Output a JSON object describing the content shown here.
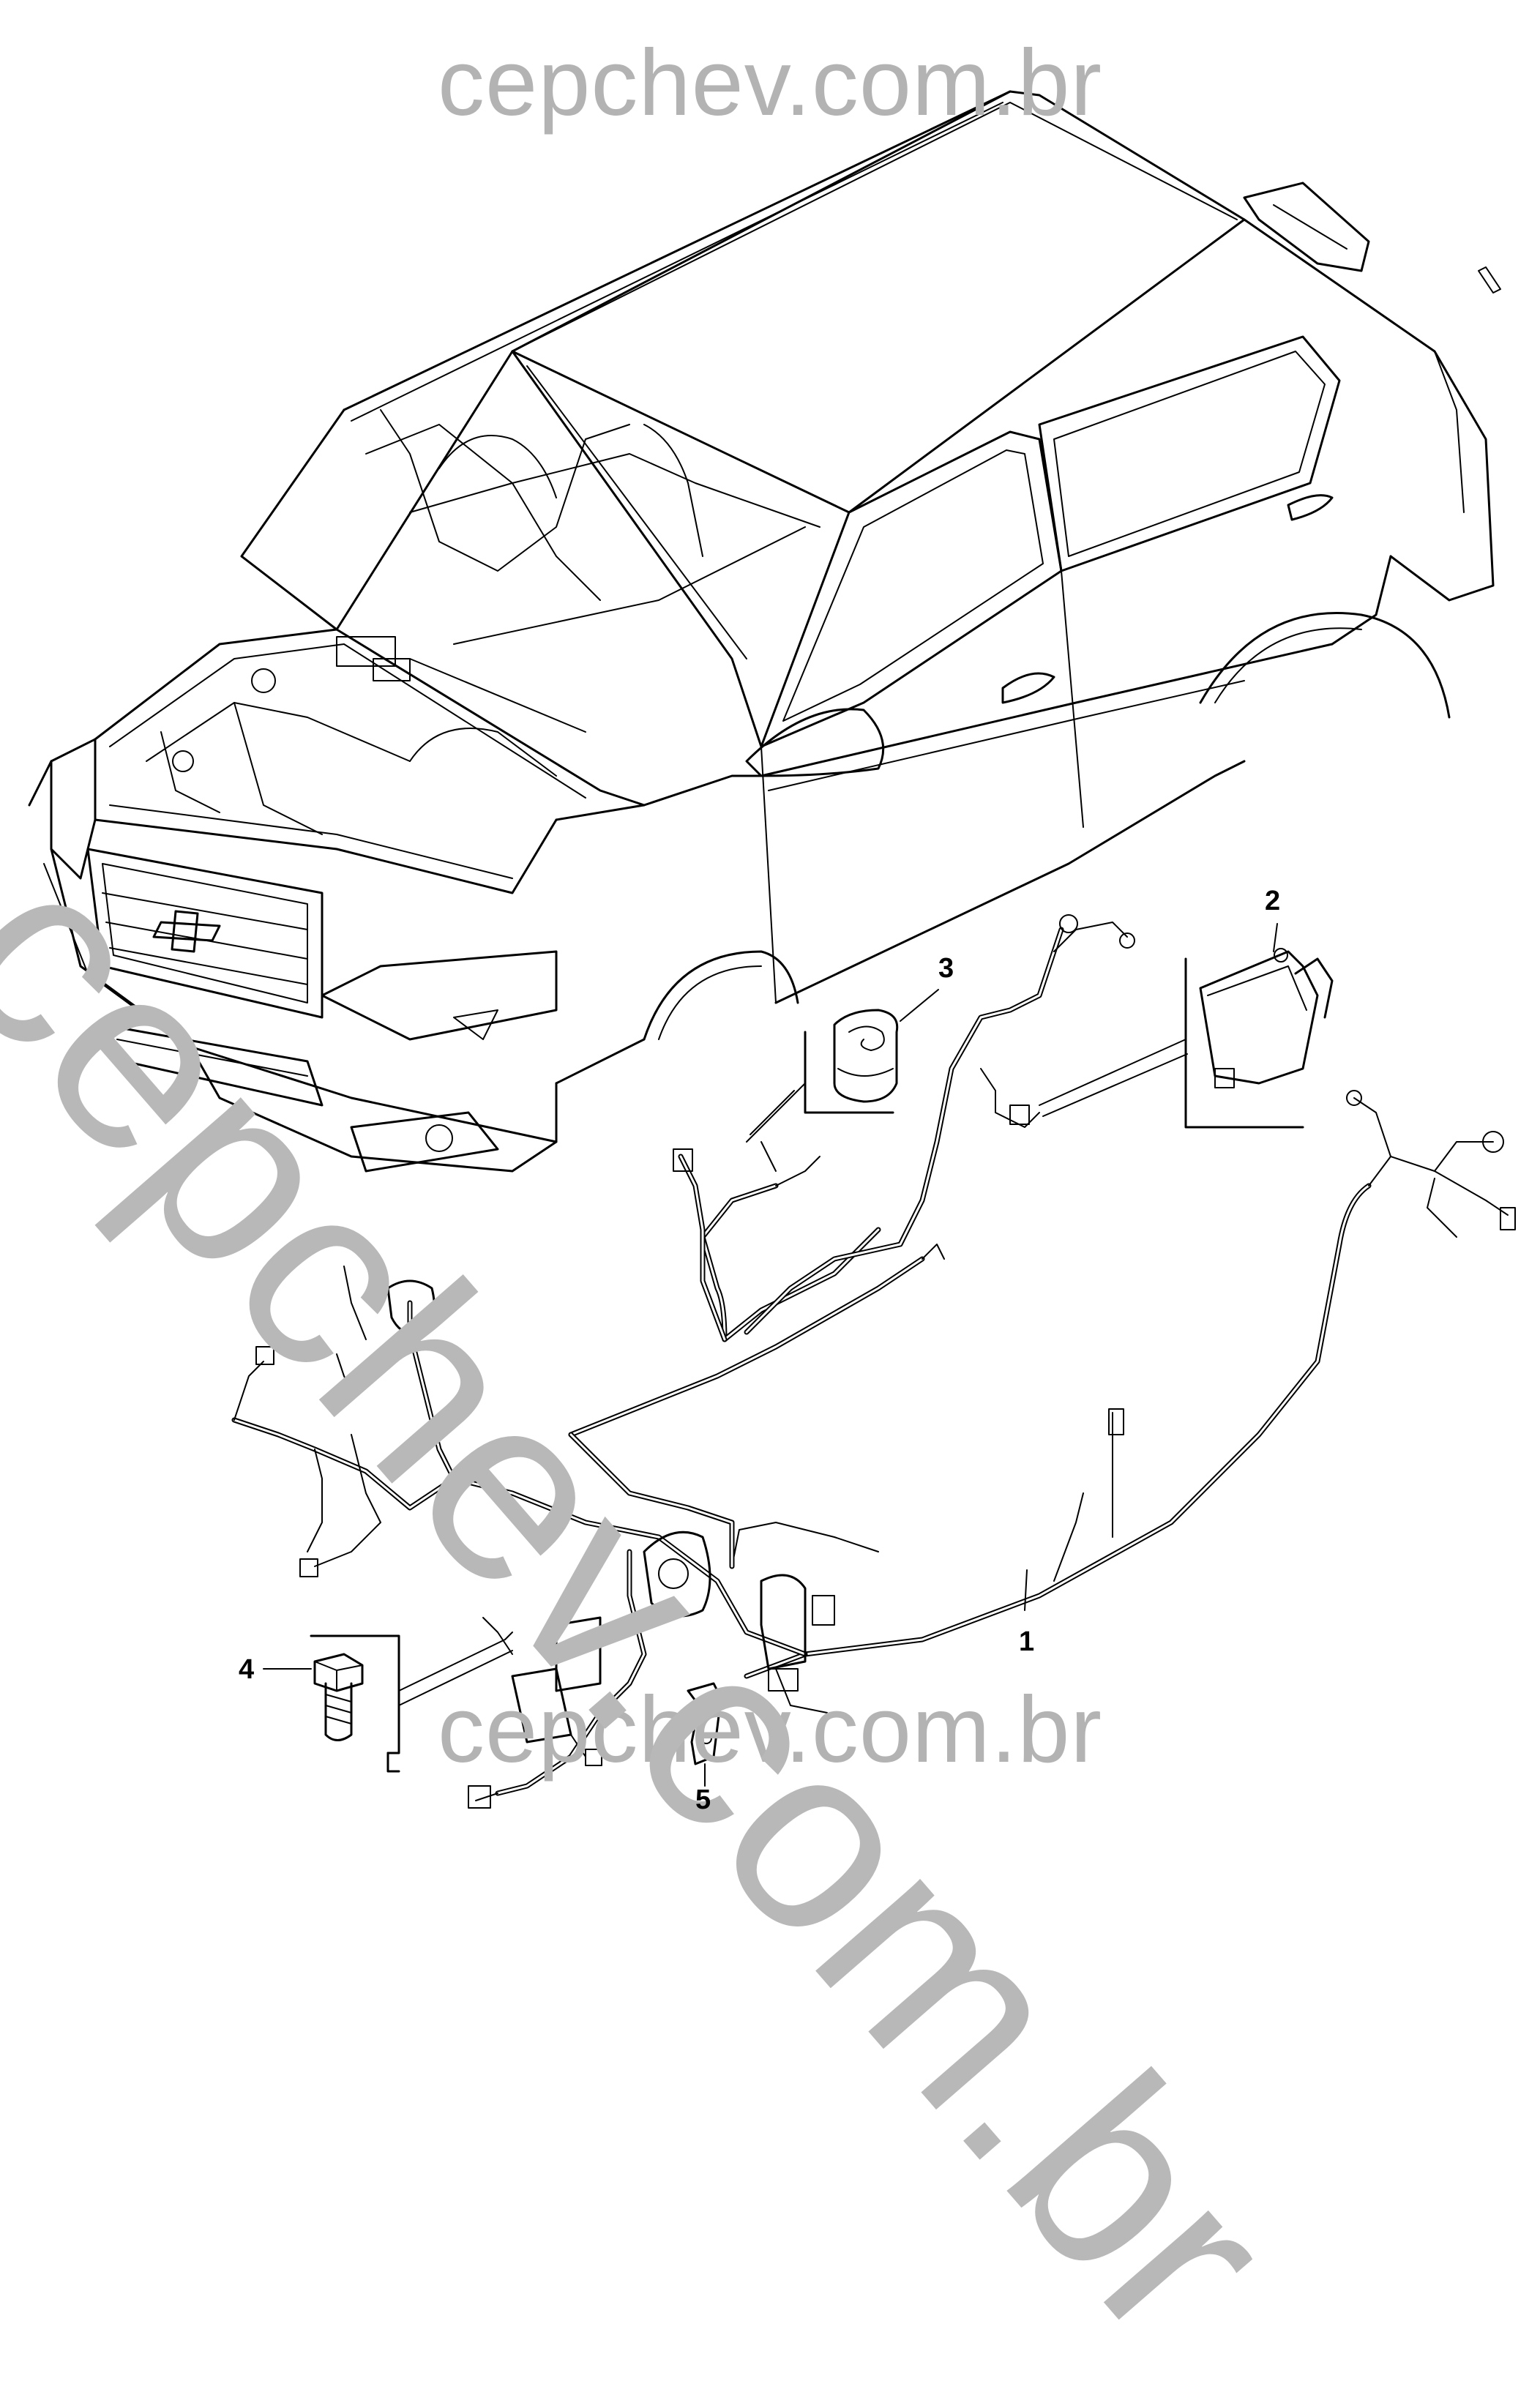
{
  "watermark": {
    "top": "cepchev.com.br",
    "bottom": "cepchev.com.br",
    "diagonal": "cepchev.com.br"
  },
  "callouts": [
    {
      "id": "1",
      "label": "1"
    },
    {
      "id": "2",
      "label": "2"
    },
    {
      "id": "3",
      "label": "3"
    },
    {
      "id": "4",
      "label": "4"
    },
    {
      "id": "5",
      "label": "5"
    }
  ],
  "colors": {
    "line": "#000000",
    "watermark": "#b3b3b3",
    "background": "#ffffff"
  }
}
